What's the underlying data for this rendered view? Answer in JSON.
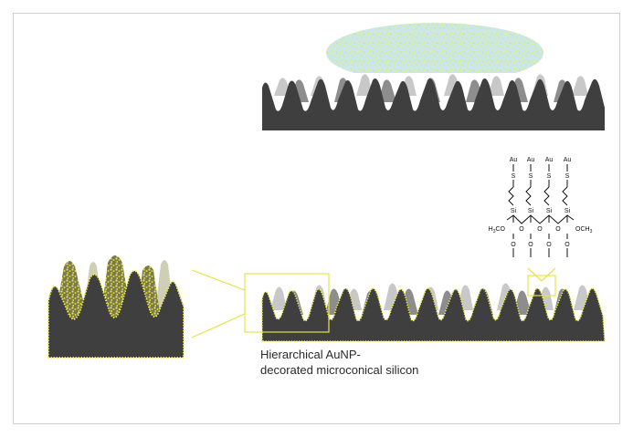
{
  "caption": {
    "line1": "Hierarchical AuNP-",
    "line2": "decorated microconical silicon"
  },
  "chemistry": {
    "au": "Au",
    "s": "S",
    "si": "Si",
    "o": "O",
    "left_group": "H",
    "left_group_sub": "3",
    "left_group_tail": "CO",
    "right_group": "OCH",
    "right_group_sub": "3"
  },
  "colors": {
    "silicon": "#3f3f3f",
    "cone_mid": "#8d8d8d",
    "cone_light": "#c8c8c8",
    "cone_sage": "#cfcfb8",
    "gold_np": "#f2ee3c",
    "droplet": "#c9e8e6",
    "highlight_box": "#e8e24a"
  },
  "icons": {
    "droplet": "liquid-droplet-shape",
    "surface": "microcone-silicon-surface"
  }
}
